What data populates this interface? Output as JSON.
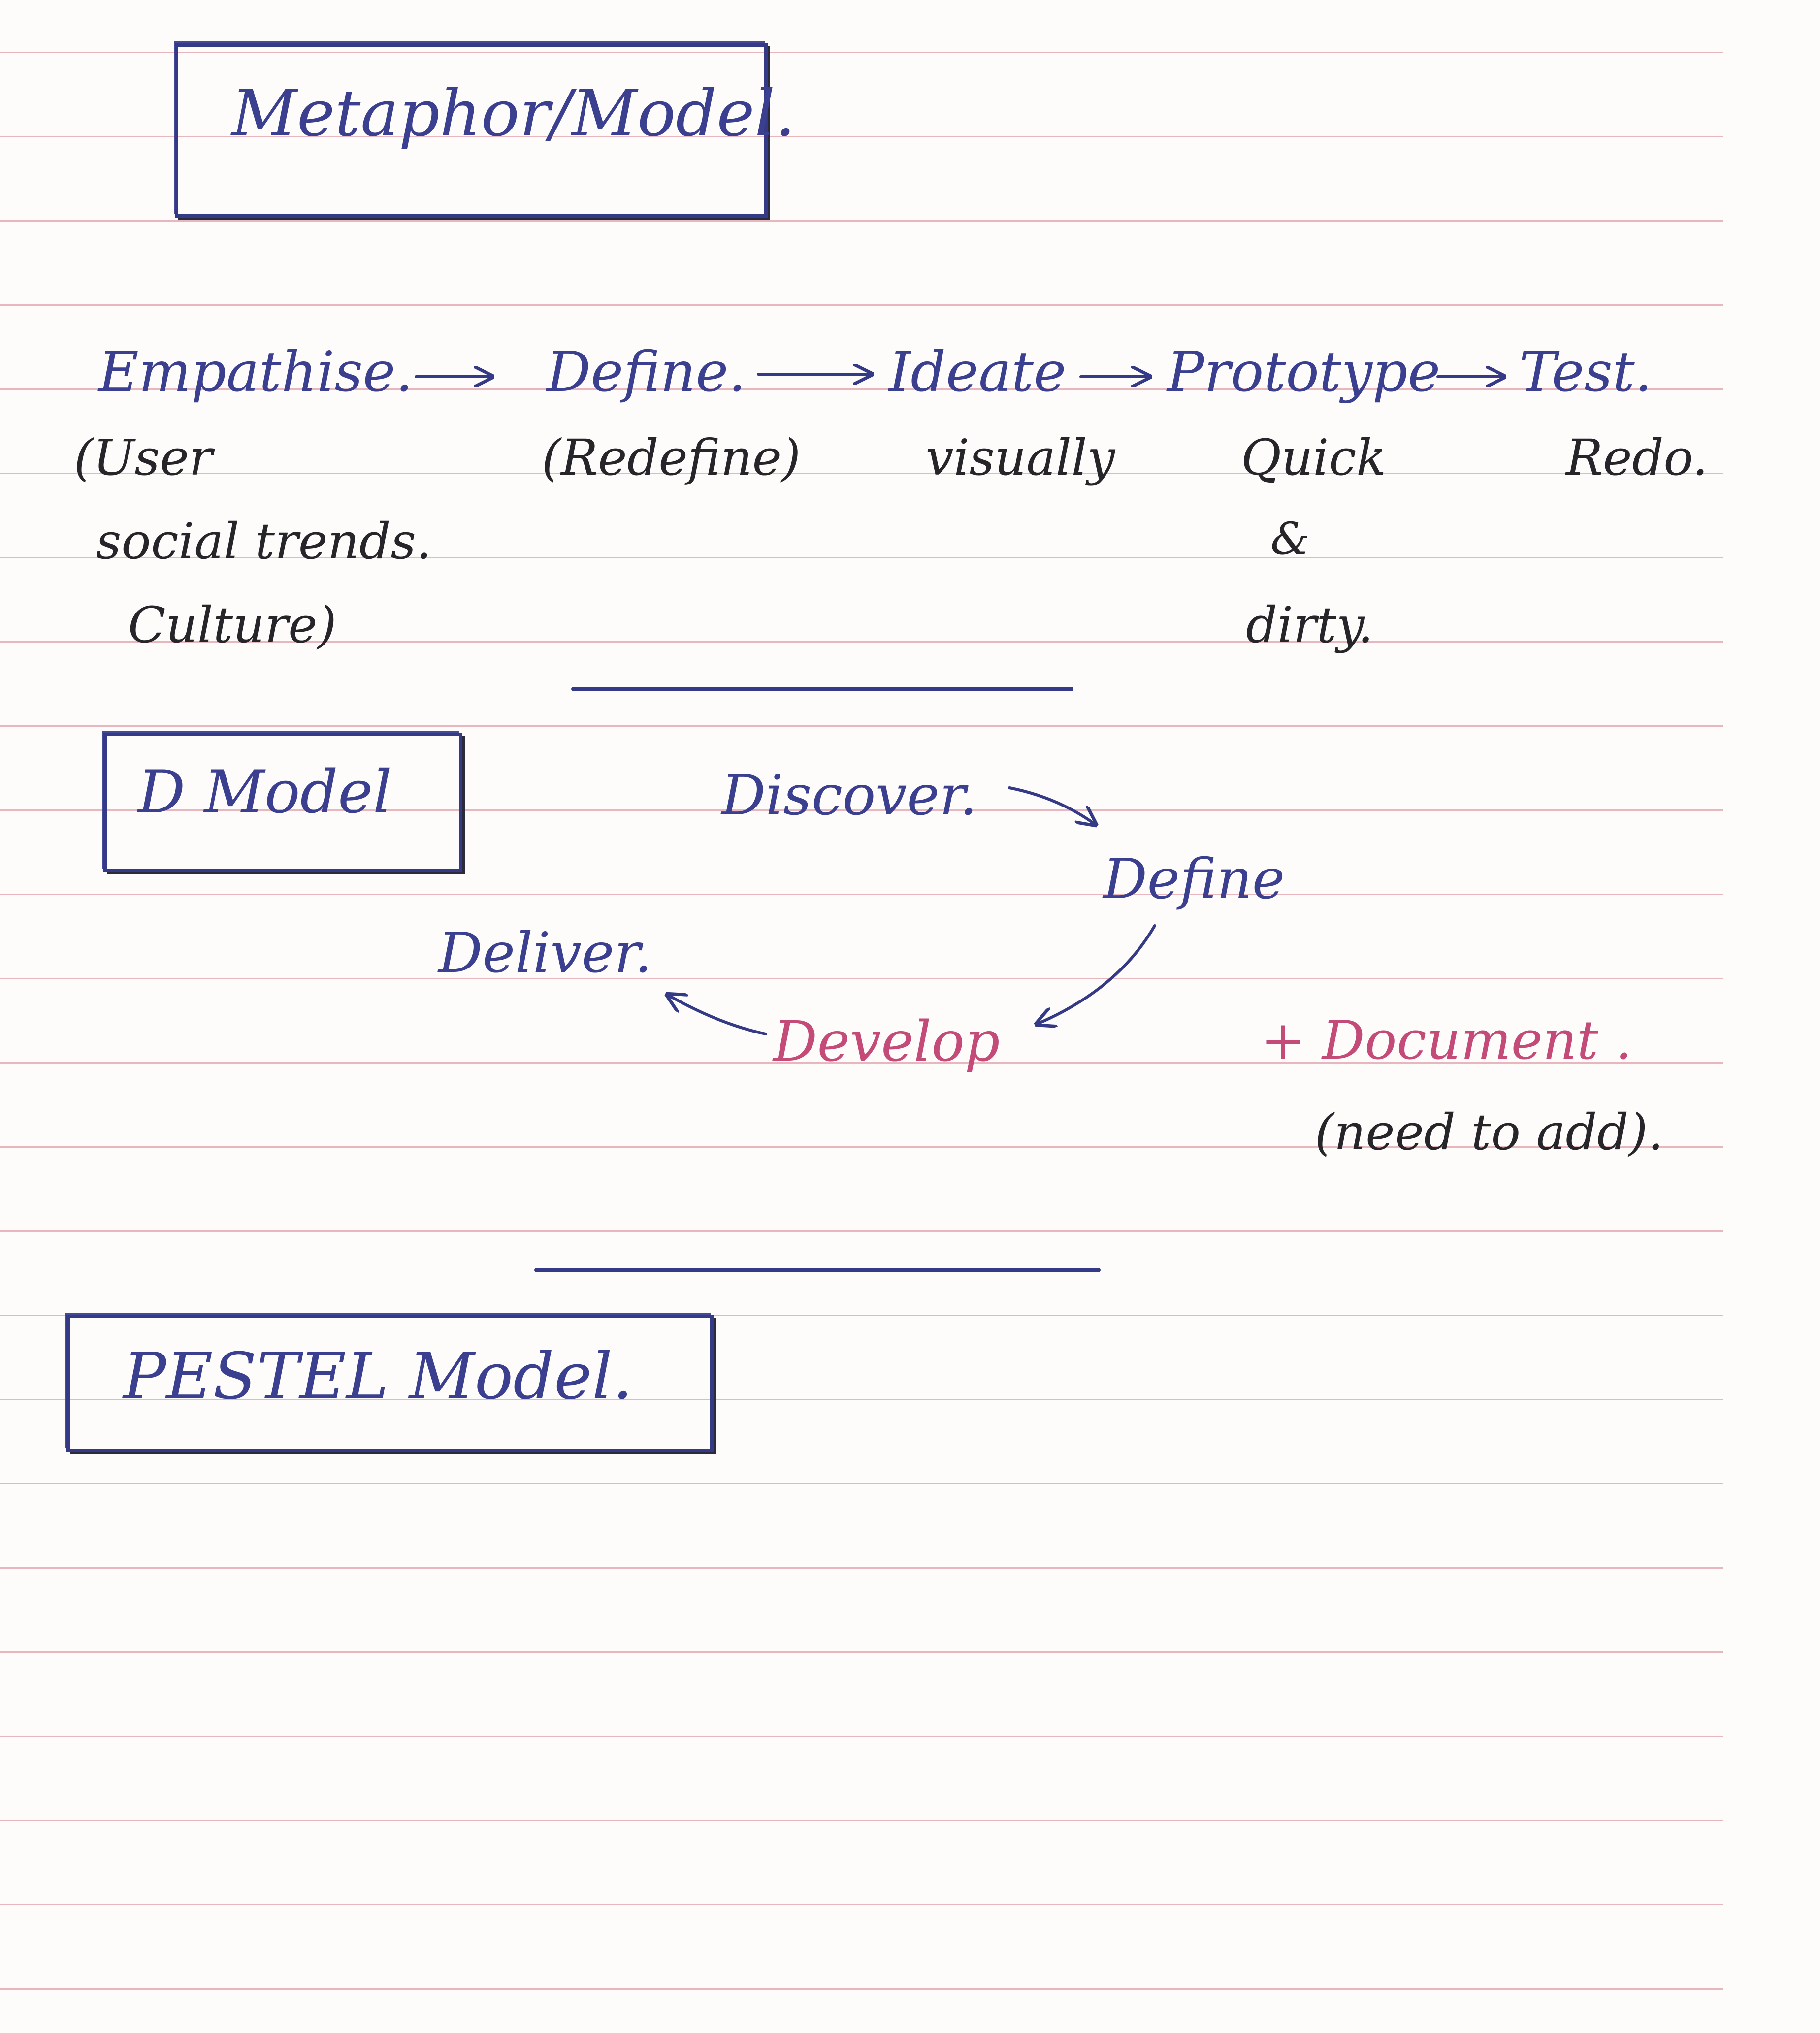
{
  "sections": {
    "metaphor": {
      "title": "Metaphor/Model."
    },
    "flow": {
      "stages": [
        {
          "label": "Empathise.",
          "note": [
            "(User",
            "social trends.",
            "Culture)"
          ]
        },
        {
          "label": "Define.",
          "note": [
            "(Redefine)"
          ]
        },
        {
          "label": "Ideate",
          "note": [
            "visually"
          ]
        },
        {
          "label": "Prototype",
          "note": [
            "Quick",
            "&",
            "dirty."
          ]
        },
        {
          "label": "Test.",
          "note": [
            "Redo."
          ]
        }
      ]
    },
    "double_diamond": {
      "title": "D Model",
      "steps": [
        "Discover.",
        "Define",
        "Develop",
        "Deliver."
      ],
      "addition": "+ Document .",
      "addition_note": "(need to add)."
    },
    "pestel": {
      "title": "PESTEL Model."
    }
  },
  "colors": {
    "ink_blue": "#3a3f8f",
    "ink_black": "#26262a",
    "ink_pink": "#c44a78",
    "ruling": "#e7b7bd"
  }
}
